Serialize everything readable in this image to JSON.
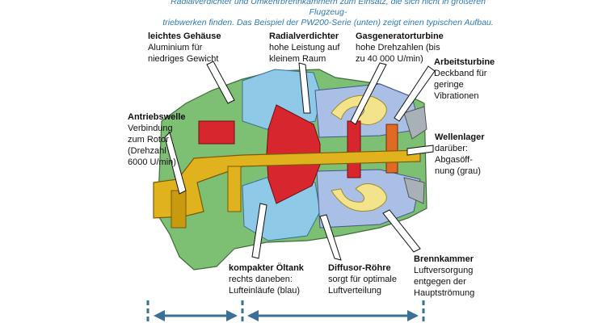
{
  "intro": {
    "line1": "Radialverdichter und Umkehrbrennkammern zum Einsatz, die sich nicht in größeren Flugzeug-",
    "line2": "triebwerken finden. Das Beispiel der PW200-Serie (unten) zeigt einen typischen Aufbau."
  },
  "labels": {
    "gehaeuse": {
      "title": "leichtes Gehäuse",
      "lines": [
        "Aluminium für",
        "niedriges Gewicht"
      ]
    },
    "radialverdichter": {
      "title": "Radialverdichter",
      "lines": [
        "hohe Leistung auf",
        "kleinem Raum"
      ]
    },
    "gasgenerator": {
      "title": "Gasgeneratorturbine",
      "lines": [
        "hohe Drehzahlen (bis",
        "zu 40 000 U/min)"
      ]
    },
    "arbeitsturbine": {
      "title": "Arbeitsturbine",
      "lines": [
        "Deckband für",
        "geringe",
        "Vibrationen"
      ]
    },
    "antriebswelle": {
      "title": "Antriebswelle",
      "lines": [
        "Verbindung",
        "zum Rotor",
        "(Drehzahl",
        "6000 U/min)"
      ]
    },
    "wellenlager": {
      "title": "Wellenlager",
      "lines": [
        "darüber:",
        "Abgasöff-",
        "nung (grau)"
      ]
    },
    "oeltank": {
      "title": "kompakter Öltank",
      "lines": [
        "rechts daneben:",
        "Lufteinläufe (blau)"
      ]
    },
    "diffusor": {
      "title": "Diffusor-Röhre",
      "lines": [
        "sorgt für optimale",
        "Luftverteilung"
      ]
    },
    "brennkammer": {
      "title": "Brennkammer",
      "lines": [
        "Luftversorgung",
        "entgegen der",
        "Hauptströmung"
      ]
    }
  },
  "colors": {
    "intro_text": "#2d7ab3",
    "housing_green": "#7dbf73",
    "intake_blue": "#8ec9e8",
    "rotor_red": "#d8262e",
    "shaft_yellow": "#e0b21e",
    "flame_yellow": "#f3e38a",
    "exhaust_grey": "#a8b0b8",
    "arrow_blue": "#3a6f96"
  }
}
